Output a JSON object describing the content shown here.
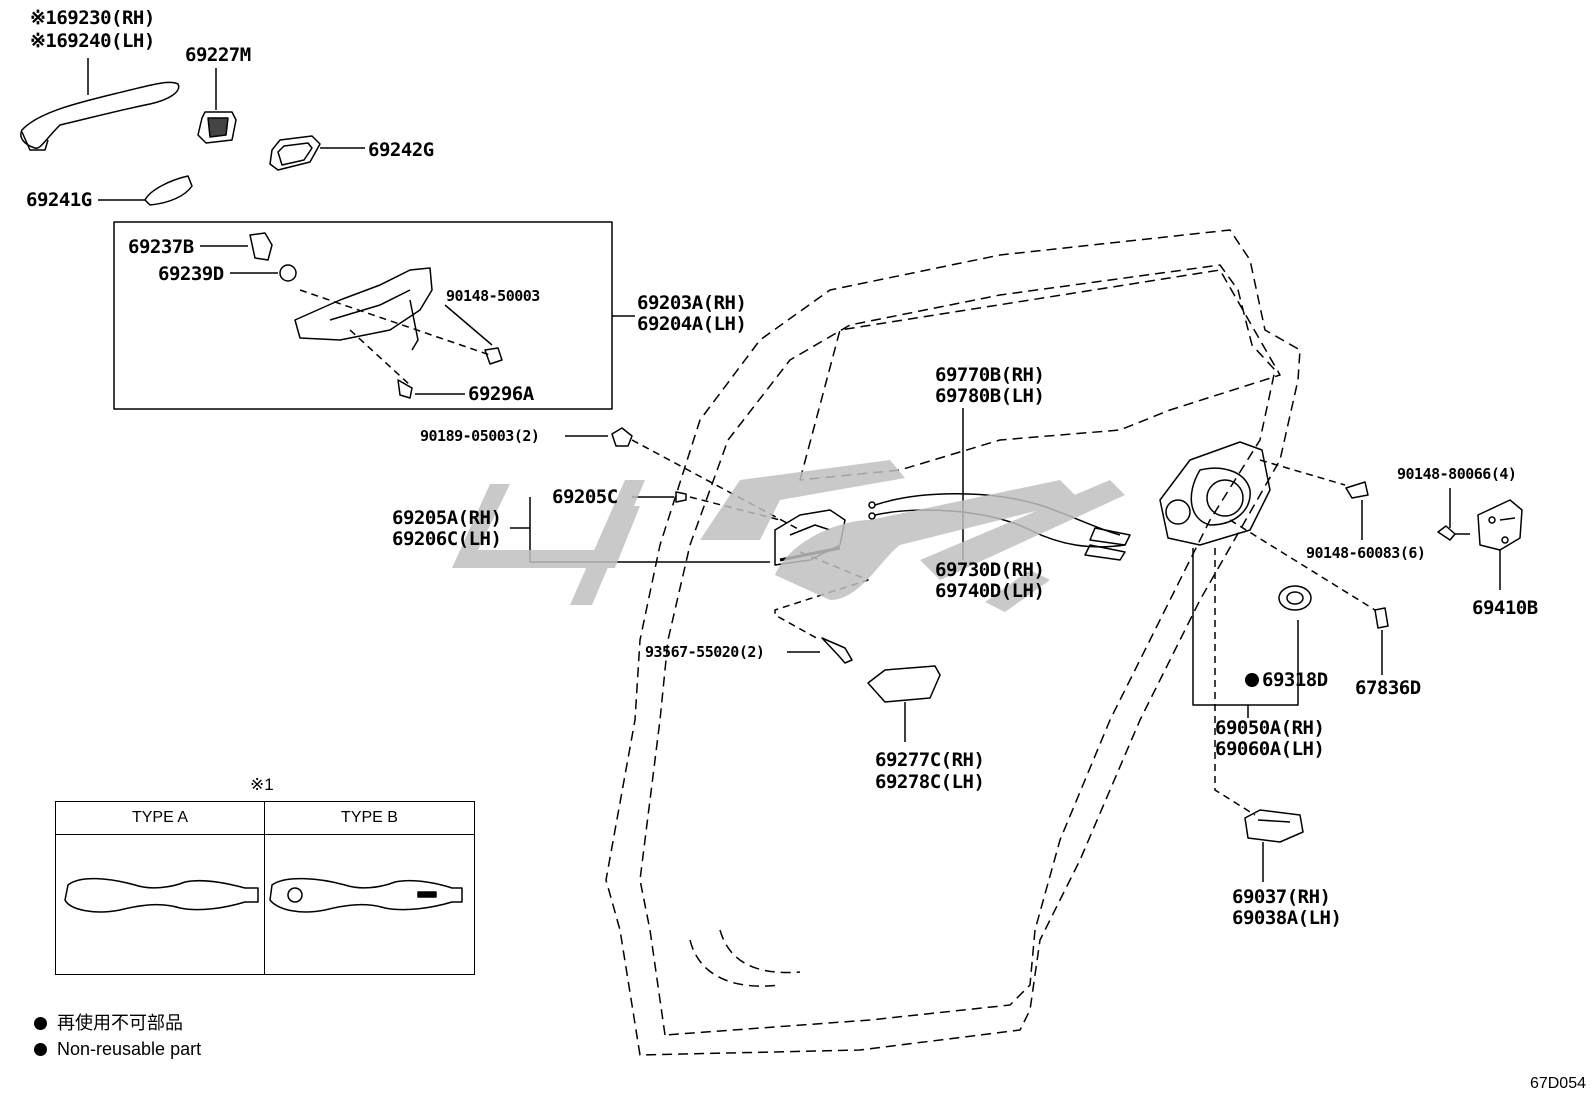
{
  "labels": {
    "p69230": "※169230(RH)",
    "p69240": "※169240(LH)",
    "p69227m": "69227M",
    "p69242g": "69242G",
    "p69241g": "69241G",
    "p69237b": "69237B",
    "p69239d": "69239D",
    "p90148_50003": "90148-50003",
    "p69203a": "69203A(RH)",
    "p69204a": "69204A(LH)",
    "p69296a": "69296A",
    "p90189": "90189-05003(2)",
    "p69205c": "69205C",
    "p69205a": "69205A(RH)",
    "p69206c": "69206C(LH)",
    "p93567": "93567-55020(2)",
    "p69277c": "69277C(RH)",
    "p69278c": "69278C(LH)",
    "p69770b": "69770B(RH)",
    "p69780b": "69780B(LH)",
    "p69730d": "69730D(RH)",
    "p69740d": "69740D(LH)",
    "p90148_80066": "90148-80066(4)",
    "p90148_60083": "90148-60083(6)",
    "p69410b": "69410B",
    "p67836d": "67836D",
    "p69318d": "69318D",
    "p69050a": "69050A(RH)",
    "p69060a": "69060A(LH)",
    "p69037": "69037(RH)",
    "p69038a": "69038A(LH)"
  },
  "type_table": {
    "note": "※1",
    "type_a": "TYPE A",
    "type_b": "TYPE B"
  },
  "legend": {
    "jp": "再使用不可部品",
    "en": "Non-reusable part"
  },
  "diagram_code": "67D054"
}
